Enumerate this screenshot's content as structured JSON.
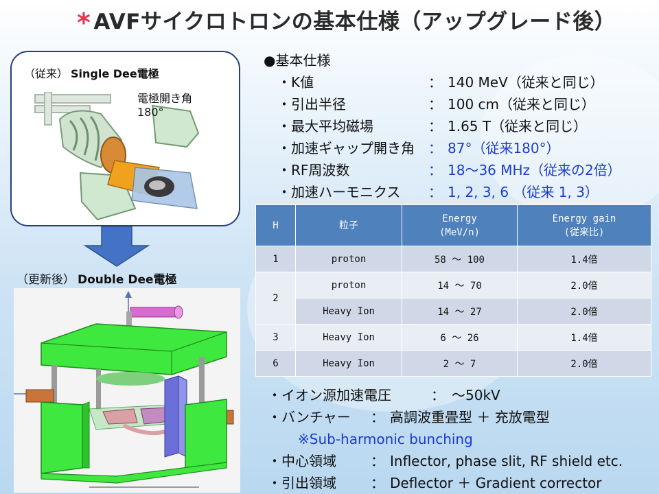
{
  "title": {
    "mark": "*",
    "text": "AVFサイクロトロンの基本仕様（アップグレード後）"
  },
  "old_electrode": {
    "prefix": "（従来）",
    "name": "Single Dee電極",
    "angle_label_1": "電極開き角",
    "angle_label_2": "180°"
  },
  "new_electrode": {
    "prefix": "（更新後）",
    "name": "Double Dee電極"
  },
  "spec": {
    "heading": "●基本仕様",
    "rows": [
      {
        "label": "・K値",
        "colon": "：",
        "value": "140 MeV（従来と同じ）",
        "color": "#111111"
      },
      {
        "label": "・引出半径",
        "colon": "：",
        "value": "100 cm（従来と同じ）",
        "color": "#111111"
      },
      {
        "label": "・最大平均磁場",
        "colon": "：",
        "value": "1.65 T（従来と同じ）",
        "color": "#111111"
      },
      {
        "label": "・加速ギャップ開き角",
        "colon": "：",
        "value": "87°（従来180°）",
        "color": "#1a3ad0"
      },
      {
        "label": "・RF周波数",
        "colon": "：",
        "value": "18～36 MHz（従来の2倍）",
        "color": "#1a3ad0"
      },
      {
        "label": "・加速ハーモニクス",
        "colon": "：",
        "value": "1, 2, 3, 6 （従来 1, 3）",
        "color": "#1a3ad0"
      }
    ]
  },
  "table": {
    "headers": [
      "H",
      "粒子",
      "Energy\n(MeV/n)",
      "Energy gain\n(従来比)"
    ],
    "rows": [
      {
        "h": "1",
        "particle": "proton",
        "energy": "58 ～ 100",
        "gain": "1.4倍"
      },
      {
        "h": "2",
        "particle": "proton",
        "energy": "14 ～ 70",
        "gain": "2.0倍"
      },
      {
        "h": "",
        "particle": "Heavy Ion",
        "energy": "14 ～ 27",
        "gain": "2.0倍"
      },
      {
        "h": "3",
        "particle": "Heavy Ion",
        "energy": "6 ～ 26",
        "gain": "1.4倍"
      },
      {
        "h": "6",
        "particle": "Heavy Ion",
        "energy": "2 ～ 7",
        "gain": "2.0倍"
      }
    ]
  },
  "bottom": {
    "ion": {
      "label": "・イオン源加速電圧",
      "colon": "：",
      "value": "～50kV"
    },
    "buncher": {
      "label": "・バンチャー",
      "colon": "：",
      "value": "高調波重畳型 ＋ 充放電型"
    },
    "note": "※Sub-harmonic bunching",
    "center": {
      "label": "・中心領域",
      "colon": "：",
      "value": "Inflector, phase slit, RF shield etc."
    },
    "extraction": {
      "label": "・引出領域",
      "colon": "：",
      "value": "Deflector ＋ Gradient corrector"
    }
  },
  "colors": {
    "title_mark": "#e8354f",
    "blue_text": "#1a3ad0",
    "table_header": "#4f81bd",
    "panel_border": "#24407a",
    "arrow": "#4472c4",
    "yoke_green": "#3ee83e"
  }
}
